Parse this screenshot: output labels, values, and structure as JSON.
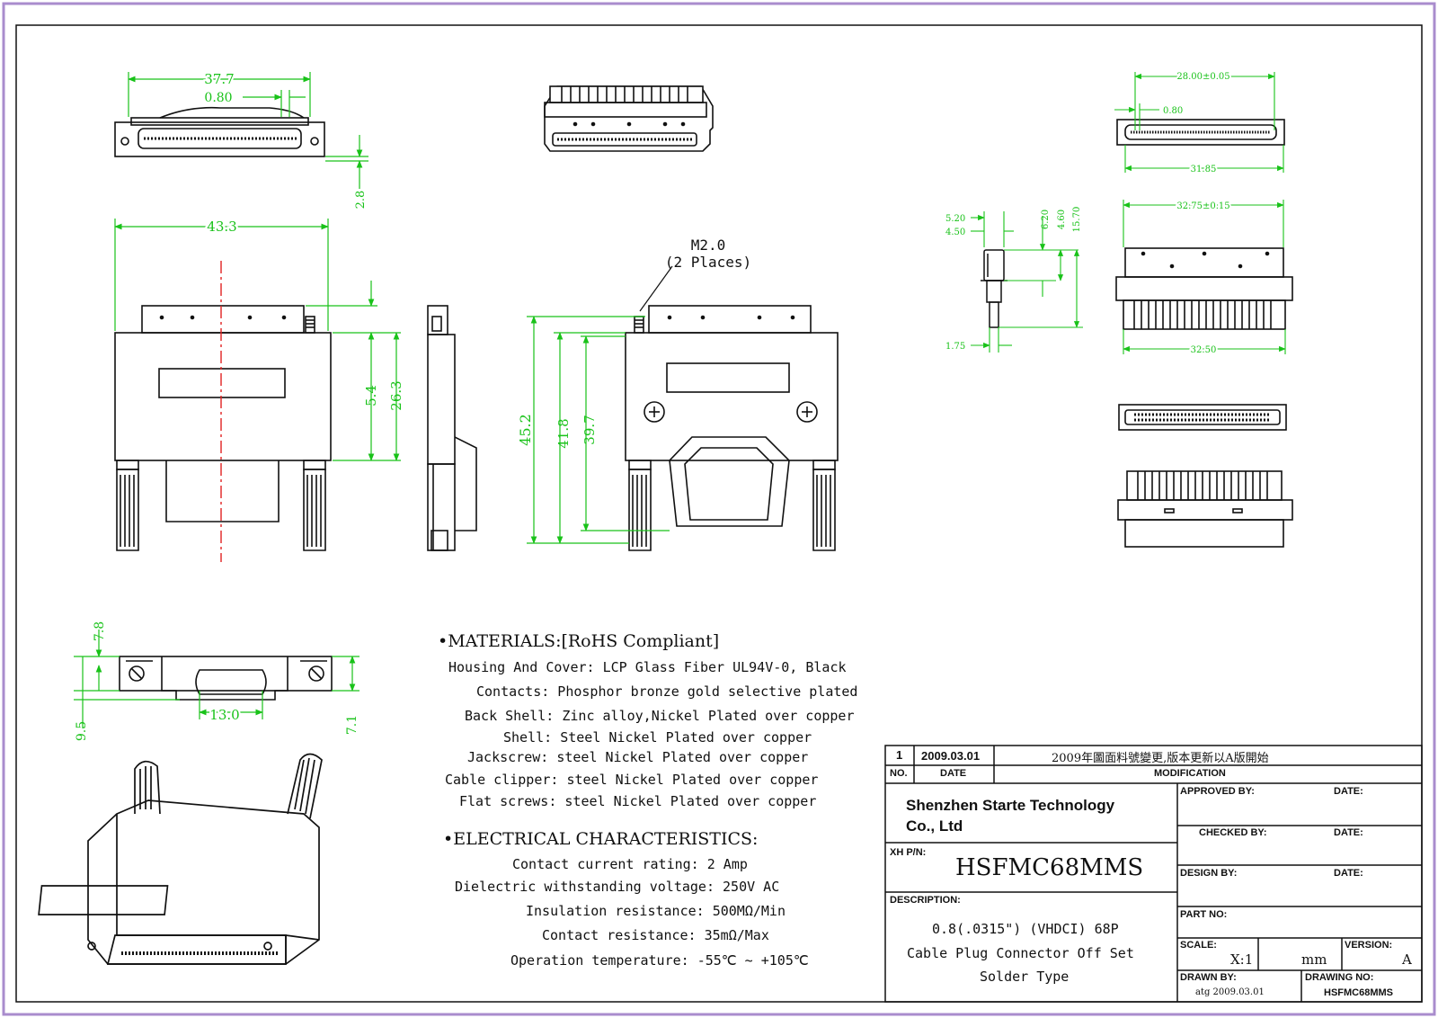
{
  "colors": {
    "dimension": "#19c219",
    "line": "#111111",
    "centerline": "#e22222",
    "frame": "#a98ccd"
  },
  "dimensions": {
    "top_width": "37.7",
    "top_pitch": "0.80",
    "top_height": "2.8",
    "front_width": "43.3",
    "front_h1": "5.4",
    "front_h2": "26.3",
    "right_h1": "45.2",
    "right_h2": "41.8",
    "right_h3": "39.7",
    "bottom_h1": "7.8",
    "bottom_h2": "9.5",
    "bottom_w": "13.0",
    "bottom_h3": "7.1",
    "detail_top_w": "28.00±0.05",
    "detail_top_pitch": "0.80",
    "detail_top_w2": "31.85",
    "detail_front_w": "32.75±0.15",
    "detail_front_w2": "32.50",
    "pin_a": "5.20",
    "pin_b": "4.50",
    "pin_c": "1.75",
    "pin_d": "6.20",
    "pin_e": "4.60",
    "pin_f": "15.70"
  },
  "screw_note": {
    "line1": "M2.0",
    "line2": "(2 Places)"
  },
  "materials": {
    "heading": "MATERIALS:[RoHS Compliant]",
    "lines": [
      "Housing And Cover: LCP  Glass Fiber UL94V-0, Black",
      "Contacts: Phosphor bronze gold selective  plated",
      "Back Shell: Zinc alloy,Nickel Plated over copper",
      "Shell: Steel Nickel Plated over copper",
      "Jackscrew: steel Nickel Plated over copper",
      "Cable clipper: steel Nickel Plated over copper",
      "Flat screws: steel Nickel Plated over copper"
    ]
  },
  "electrical": {
    "heading": "ELECTRICAL CHARACTERISTICS:",
    "lines": [
      "Contact current rating: 2 Amp",
      "Dielectric withstanding voltage: 250V AC",
      "Insulation resistance: 500MΩ/Min",
      "Contact resistance: 35mΩ/Max",
      "Operation temperature: -55℃ ~ +105℃"
    ]
  },
  "title_block": {
    "rev_no": "1",
    "rev_date": "2009.03.01",
    "rev_mod": "2009年圖面料號變更,版本更新以A版開始",
    "hdr_no": "NO.",
    "hdr_date": "DATE",
    "hdr_mod": "MODIFICATION",
    "company_line1": "Shenzhen Starte Technology",
    "company_line2": "Co., Ltd",
    "pn_label": "XH P/N:",
    "pn_value": "HSFMC68MMS",
    "desc_label": "DESCRIPTION:",
    "desc_line1": "0.8(.0315\") (VHDCI) 68P",
    "desc_line2": "Cable Plug Connector Off Set",
    "desc_line3": "Solder Type",
    "approved_label": "APPROVED BY:",
    "checked_label": "CHECKED BY:",
    "design_label": "DESIGN BY:",
    "date_label": "DATE:",
    "part_no_label": "PART NO:",
    "scale_label": "SCALE:",
    "scale_value": "X:1",
    "unit_value": "mm",
    "version_label": "VERSION:",
    "version_value": "A",
    "drawn_label": "DRAWN BY:",
    "drawn_value": "atg 2009.03.01",
    "drawing_no_label": "DRAWING NO:",
    "drawing_no_value": "HSFMC68MMS"
  }
}
